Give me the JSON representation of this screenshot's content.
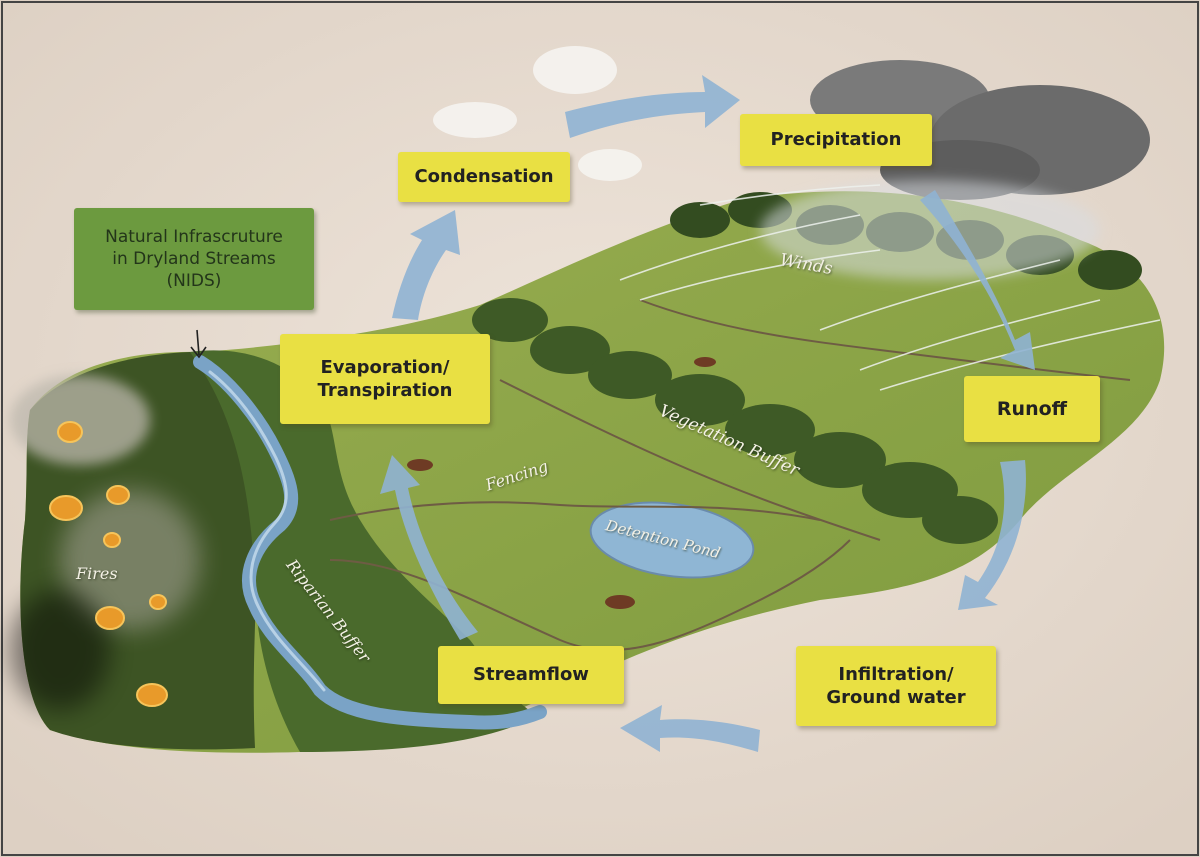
{
  "title_box": {
    "lines": [
      "Natural Infrascruture",
      "in Dryland Streams",
      "(NIDS)"
    ]
  },
  "cycle_labels": {
    "condensation": "Condensation",
    "precipitation": "Precipitation",
    "evaporation": [
      "Evaporation/",
      "Transpiration"
    ],
    "runoff": "Runoff",
    "streamflow": "Streamflow",
    "infiltration": [
      "Infiltration/",
      "Ground water"
    ]
  },
  "landscape_labels": {
    "winds": "Winds",
    "vegetation_buffer": "Vegetation Buffer",
    "fencing": "Fencing",
    "detention_pond": "Detention Pond",
    "riparian_buffer": "Riparian Buffer",
    "fires": "Fires"
  },
  "colors": {
    "background": "#e9ddd2",
    "land": "#8ea548",
    "forest": "#3e5a26",
    "water": "#7aa3c6",
    "arrow": "#8fb3d3",
    "sticky_note": "#e9e043",
    "title_note": "#6c9a3f",
    "fire": "#e89a2a",
    "cloud_dark": "#6b6b6b"
  }
}
